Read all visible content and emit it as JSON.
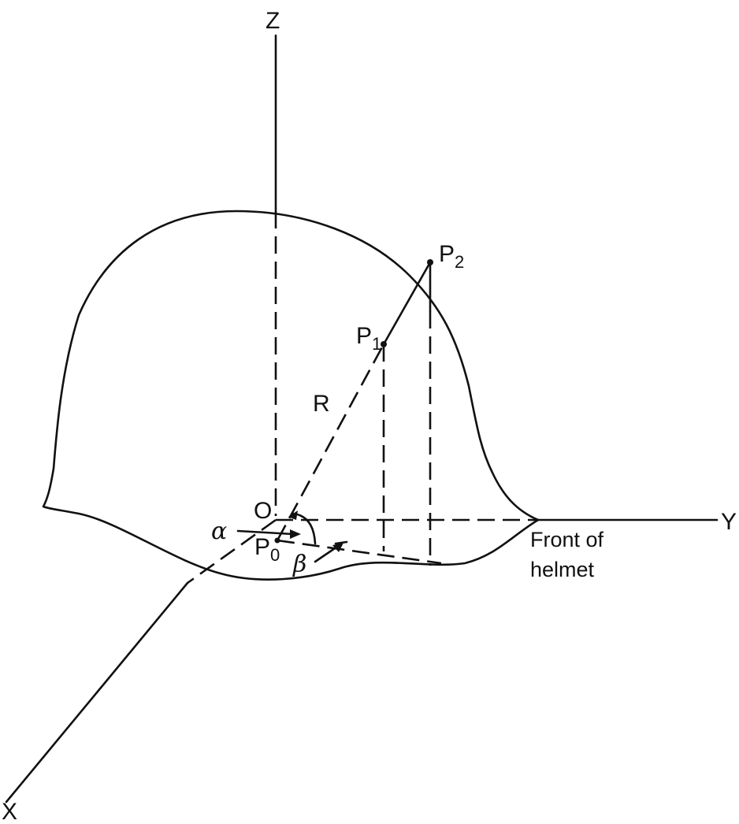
{
  "diagram": {
    "axes": {
      "z": "Z",
      "y": "Y",
      "x": "X"
    },
    "origin": "O",
    "points": {
      "p0": {
        "base": "P",
        "sub": "0"
      },
      "p1": {
        "base": "P",
        "sub": "1"
      },
      "p2": {
        "base": "P",
        "sub": "2"
      }
    },
    "radius_label": "R",
    "angles": {
      "alpha": "α",
      "beta": "β"
    },
    "front_note": {
      "line1": "Front of",
      "line2": "helmet"
    }
  }
}
